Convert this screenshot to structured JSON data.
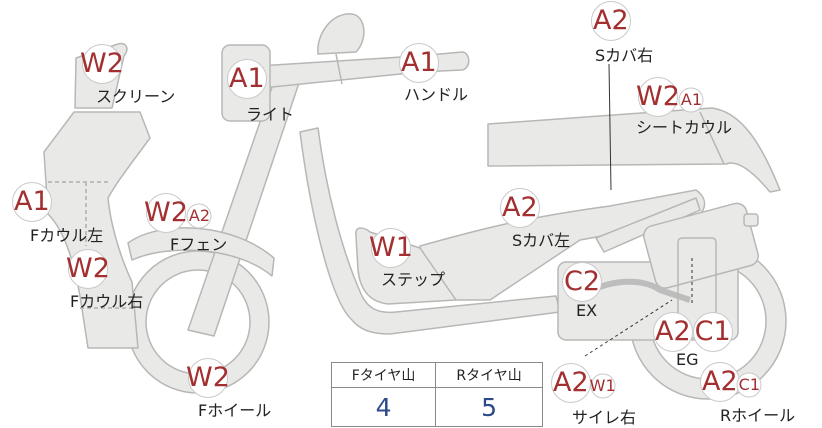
{
  "parts": [
    {
      "id": "screen",
      "name": "スクリーン",
      "codes": [
        {
          "text": "W2",
          "size": "big"
        }
      ]
    },
    {
      "id": "light",
      "name": "ライト",
      "codes": [
        {
          "text": "A1",
          "size": "big"
        }
      ]
    },
    {
      "id": "handle",
      "name": "ハンドル",
      "codes": [
        {
          "text": "A1",
          "size": "big"
        }
      ]
    },
    {
      "id": "s-cover-right",
      "name": "Sカバ右",
      "codes": [
        {
          "text": "A2",
          "size": "big"
        }
      ]
    },
    {
      "id": "seat-cowl",
      "name": "シートカウル",
      "codes": [
        {
          "text": "W2",
          "size": "big"
        },
        {
          "text": "A1",
          "size": "small"
        }
      ]
    },
    {
      "id": "f-cowl-left",
      "name": "Fカウル左",
      "codes": [
        {
          "text": "A1",
          "size": "big"
        }
      ]
    },
    {
      "id": "f-fender",
      "name": "Fフェン",
      "codes": [
        {
          "text": "W2",
          "size": "big"
        },
        {
          "text": "A2",
          "size": "small"
        }
      ]
    },
    {
      "id": "s-cover-left",
      "name": "Sカバ左",
      "codes": [
        {
          "text": "A2",
          "size": "big"
        }
      ]
    },
    {
      "id": "f-cowl-right",
      "name": "Fカウル右",
      "codes": [
        {
          "text": "W2",
          "size": "big"
        }
      ]
    },
    {
      "id": "step",
      "name": "ステップ",
      "codes": [
        {
          "text": "W1",
          "size": "big"
        }
      ]
    },
    {
      "id": "ex",
      "name": "EX",
      "codes": [
        {
          "text": "C2",
          "size": "big"
        }
      ]
    },
    {
      "id": "eg",
      "name": "EG",
      "codes": [
        {
          "text": "A2",
          "size": "big"
        },
        {
          "text": "C1",
          "size": "big"
        }
      ]
    },
    {
      "id": "f-wheel",
      "name": "Fホイール",
      "codes": [
        {
          "text": "W2",
          "size": "big"
        }
      ]
    },
    {
      "id": "muffler-right",
      "name": "サイレ右",
      "codes": [
        {
          "text": "A2",
          "size": "big"
        },
        {
          "text": "W1",
          "size": "small"
        }
      ]
    },
    {
      "id": "r-wheel",
      "name": "Rホイール",
      "codes": [
        {
          "text": "A2",
          "size": "big"
        },
        {
          "text": "C1",
          "size": "small"
        }
      ]
    }
  ],
  "tread": {
    "front_label": "Fタイヤ山",
    "rear_label": "Rタイヤ山",
    "front_value": "4",
    "rear_value": "5"
  },
  "colors": {
    "code": "#a33030",
    "tread_value": "#2c4a8a",
    "body_fill": "#e9e9e7",
    "body_stroke": "#b9b9b7"
  }
}
